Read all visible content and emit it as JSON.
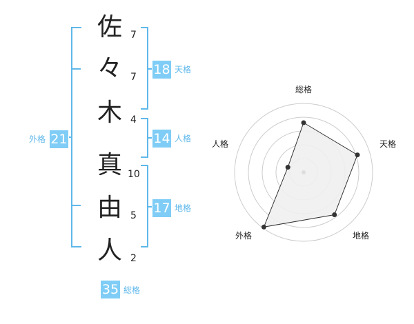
{
  "name": {
    "characters": [
      {
        "char": "佐",
        "strokes": "7"
      },
      {
        "char": "々",
        "strokes": "7"
      },
      {
        "char": "木",
        "strokes": "4"
      },
      {
        "char": "真",
        "strokes": "10"
      },
      {
        "char": "由",
        "strokes": "5"
      },
      {
        "char": "人",
        "strokes": "2"
      }
    ]
  },
  "kaku": {
    "tenkaku": {
      "value": "18",
      "label": "天格"
    },
    "jinkaku": {
      "value": "14",
      "label": "人格"
    },
    "chikaku": {
      "value": "17",
      "label": "地格"
    },
    "gaikaku": {
      "value": "21",
      "label": "外格"
    },
    "soukaku": {
      "value": "35",
      "label": "総格"
    }
  },
  "colors": {
    "accent": "#7fcdf6",
    "bracket": "#5fb8ea",
    "text": "#222222",
    "grid": "#cccccc",
    "fill": "#f0f0f0"
  },
  "chart_data": {
    "type": "radar",
    "categories": [
      "総格",
      "天格",
      "地格",
      "外格",
      "人格"
    ],
    "values": [
      3.6,
      4.1,
      3.8,
      4.9,
      1.2
    ],
    "range": [
      0,
      5
    ],
    "rings": 5
  }
}
